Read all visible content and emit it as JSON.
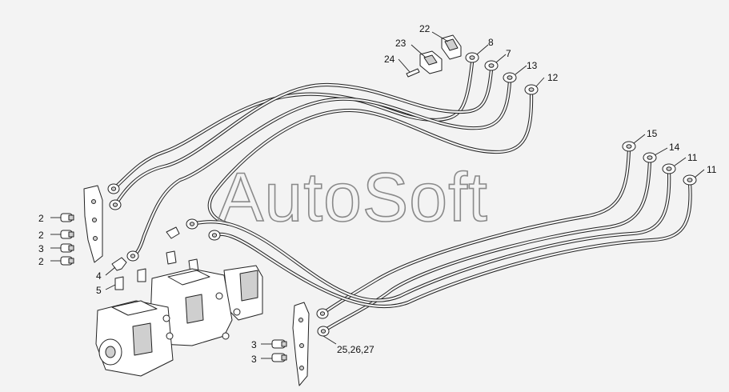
{
  "watermark": "AutoSoft",
  "callouts": {
    "c22": "22",
    "c23": "23",
    "c24": "24",
    "c8": "8",
    "c7": "7",
    "c13": "13",
    "c12": "12",
    "c15": "15",
    "c14": "14",
    "c11a": "11",
    "c11b": "11",
    "c2a": "2",
    "c2b": "2",
    "c3a": "3",
    "c2c": "2",
    "c4": "4",
    "c5": "5",
    "c3b": "3",
    "c3c": "3",
    "c25": "25,26,27"
  }
}
